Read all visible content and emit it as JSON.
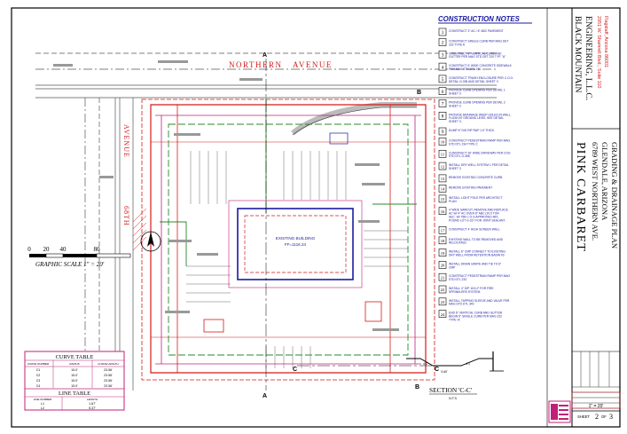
{
  "colors": {
    "title_blue": "#1a1aa0",
    "note_blue": "#1a1aa0",
    "red": "#d41a1a",
    "magenta": "#c0207a",
    "green": "#2a8a2a",
    "grey": "#6b6b6b"
  },
  "streets": {
    "north": "NORTHERN",
    "north2": "AVENUE",
    "west": "AVENUE",
    "west2": "68TH"
  },
  "building": {
    "label1": "EXISTING BUILDING",
    "label2": "FF=1116.24"
  },
  "section_markers": [
    "A",
    "A",
    "B",
    "B",
    "C",
    "C"
  ],
  "scale": {
    "ticks": [
      "0",
      "20",
      "40",
      "80"
    ],
    "caption": "GRAPHIC SCALE 1\" = 20'"
  },
  "construction_notes": {
    "title": "CONSTRUCTION NOTES",
    "items": [
      {
        "num": "1",
        "text": "CONSTRUCT 3\" AC / 6\" ABC PAVEMENT"
      },
      {
        "num": "2",
        "text": "CONSTRUCT SINGLE CURB PER MAG DET 222 TYPE A"
      },
      {
        "num": "3",
        "text": "CONSTRUCT 6\" VERTICAL CURB AND GUTTER PER MAG STD DET 220 TYP. \"A\""
      },
      {
        "num": "4",
        "text": "CONSTRUCT 6' WIDE CONCRETE SIDEWALK PER MAG STD DTL 230"
      },
      {
        "num": "5",
        "text": "CONSTRUCT TRASH ENCLOSURE PER C.O.G. DETAIL G-335 AND DETAIL SHEET 3"
      },
      {
        "num": "6",
        "text": "PROVIDE CURB OPENING PER DETAIL 1 SHEET 3"
      },
      {
        "num": "7",
        "text": "PROVIDE CURB OPENING PER DETAIL 2 SHEET 3"
      },
      {
        "num": "8",
        "text": "PROVIDE DRAINAGE WEEP HOLES IN WALL. FLUSH AT GROUND LEVEL SEE DETAIL SHEET 3."
      },
      {
        "num": "9",
        "text": "DUMP 6\" DIG RIP RAP 1.5' THICK"
      },
      {
        "num": "10",
        "text": "CONSTRUCT PEDESTRIAN RAMP PER MAG STD DTL 234 TYPE C"
      },
      {
        "num": "11",
        "text": "CONSTRUCT 30' WIDE DRIVEWAY PER COG STD DTL G-456"
      },
      {
        "num": "12",
        "text": "INSTALL DRY WELL SYSTEM 1 PER DETAIL SHEET 3"
      },
      {
        "num": "13",
        "text": "REMOVE EXISTING CONCRETE CURB"
      },
      {
        "num": "14",
        "text": "REMOVE EXISTING PAVEMENT"
      },
      {
        "num": "15",
        "text": "INSTALL LIGHT POLE PER ARCHITECT PLAN"
      },
      {
        "num": "16",
        "text": "4' WIDE SAWCUT, REMOVE AND REPLACE AC W/ 4\" AC OVER 8\" ABC (10.5 TON SEC. W/ 75B C.O.G APPROVED MIX, POUND LOT G-317 FOR JOINT SEALANT."
      },
      {
        "num": "17",
        "text": "CONSTRUCT 4' HIGH SCREEN WALL"
      },
      {
        "num": "18",
        "text": "EXISTING WALL TO BE REMOVED AND RELOCATED"
      },
      {
        "num": "19",
        "text": "INSTALL 6\" CMP CONNECT TO EXISTING DRY WELL FROM RETENTION BASIN #3"
      },
      {
        "num": "20",
        "text": "INSTALL DRAIN GRATE AND TIE TO 6\" CMP"
      },
      {
        "num": "21",
        "text": "CONSTRUCT PEDESTRIAN RAMP PER MAG STD DTL 233"
      },
      {
        "num": "22",
        "text": "INSTALL 4\" DIP 115 LF FOR FIRE SPRINKLERS SYSTEM"
      },
      {
        "num": "23",
        "text": "INSTALL TAPPING SLEEVE AND VALVE PER MAG STD DTL 340"
      },
      {
        "num": "24",
        "text": "END 6\" VERTICAL CURB AND GUTTER BEGIN 6\" SINGLE CURB PER MAG 222 TYPE 'A'"
      }
    ]
  },
  "curve_table": {
    "title": "CURVE TABLE",
    "headers": [
      "CURVE NUMBER",
      "RADIUS",
      "CURVE LENGTH"
    ],
    "rows": [
      [
        "C1",
        "15.0'",
        "23.56'"
      ],
      [
        "C2",
        "15.0'",
        "23.56'"
      ],
      [
        "C3",
        "15.0'",
        "23.56'"
      ],
      [
        "C4",
        "15.0'",
        "23.56'"
      ]
    ]
  },
  "line_table": {
    "title": "LINE TABLE",
    "headers": [
      "LINE NUMBER",
      "LENGTH"
    ],
    "rows": [
      [
        "L1",
        "1.67'"
      ],
      [
        "L2",
        "5.37'"
      ]
    ]
  },
  "section": {
    "title": "SECTION 'C-C'",
    "subtitle": "N.T.S.",
    "slopes": [
      "4:1",
      "4:1"
    ],
    "depth": "0.60'"
  },
  "engineer": {
    "name1": "BLACK MOUNTAIN",
    "name2": "ENGINEERING, L.L.C.",
    "address1": "2951 W. Shamrell Blvd., Suite 110",
    "address2": "Flagstaff, Arizona 86001"
  },
  "project": {
    "name": "PINK CARBARET",
    "address": "6789 WEST NORTHERN AVE.",
    "city": "GLENDALE, ARIZONA",
    "sheet_title": "GRADING & DRAINAGE PLAN"
  },
  "sheet": {
    "label": "SHEET",
    "number": "2",
    "of": "OF",
    "total": "3",
    "scale": "1\" = 20'"
  }
}
